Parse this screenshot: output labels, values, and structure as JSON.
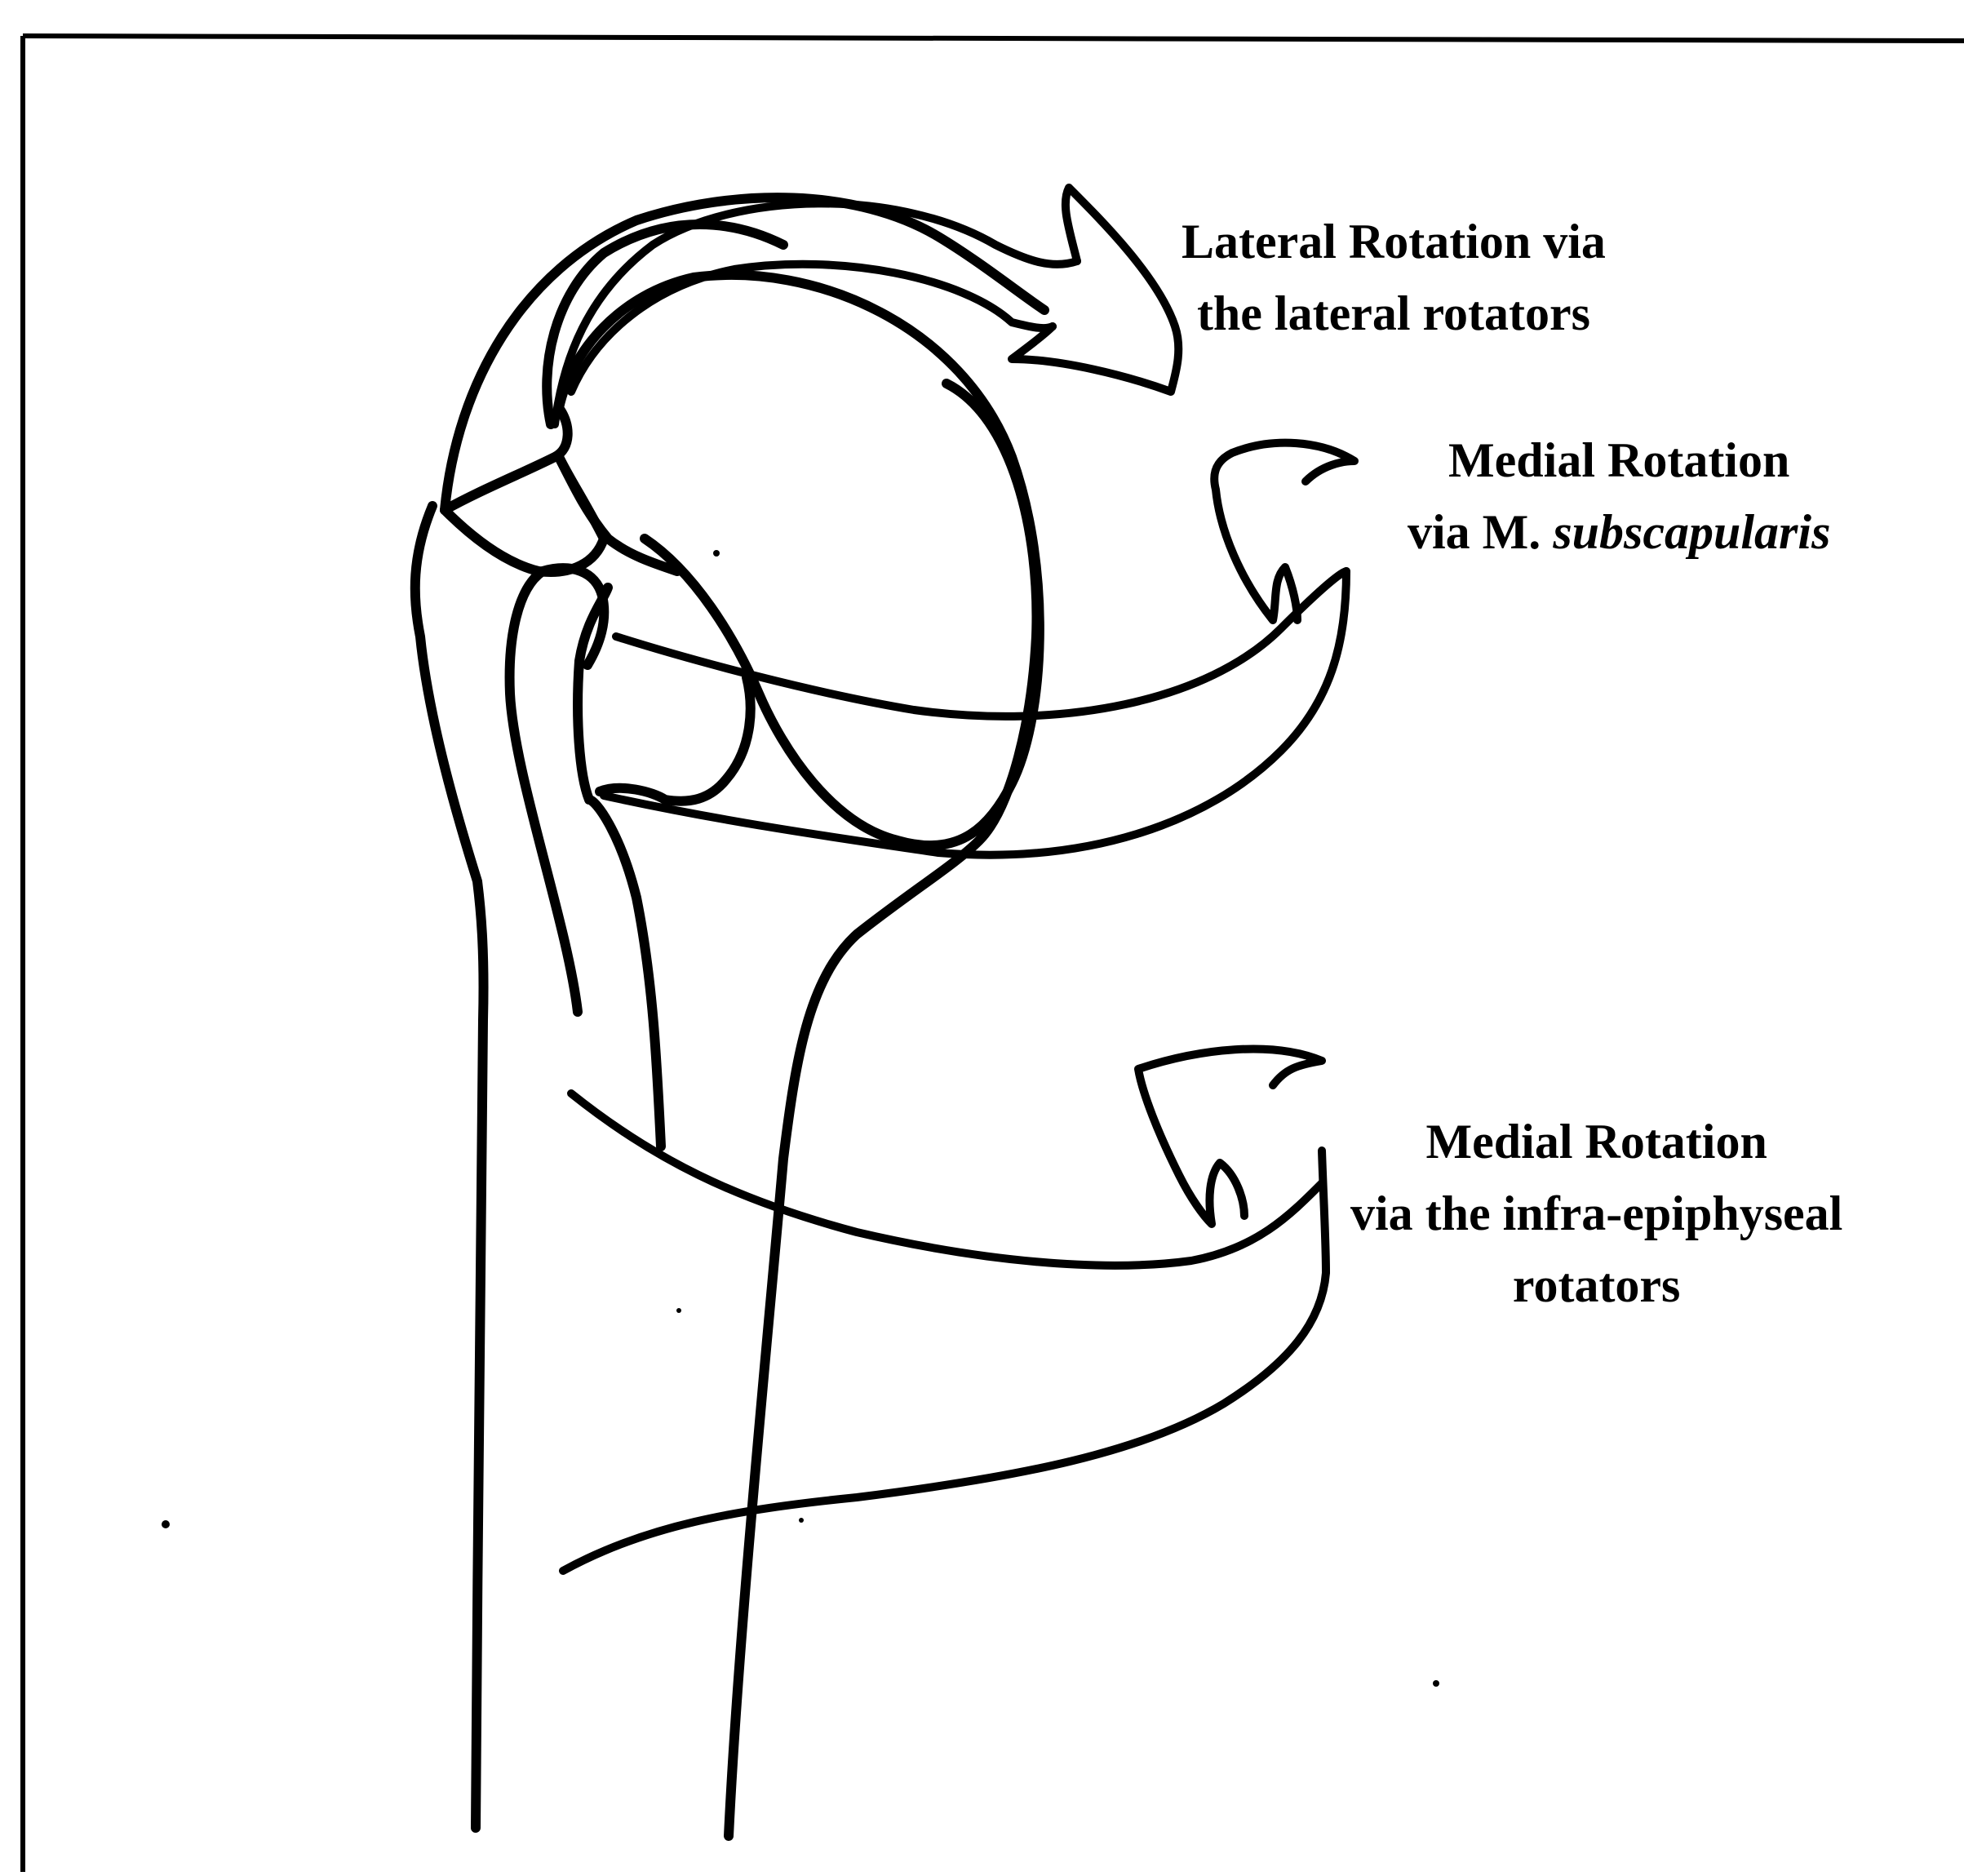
{
  "figure": {
    "labels": {
      "lateral": {
        "line1": "Lateral Rotation via",
        "line2": "the lateral rotators"
      },
      "medial_subscapularis": {
        "line1": "Medial Rotation",
        "line2_prefix": "via M. ",
        "line2_italic": "subscapularis"
      },
      "medial_infra": {
        "line1": "Medial Rotation",
        "line2": "via the infra-epiphyseal",
        "line3": "rotators"
      }
    },
    "colors": {
      "ink": "#000000",
      "background": "#ffffff"
    }
  }
}
